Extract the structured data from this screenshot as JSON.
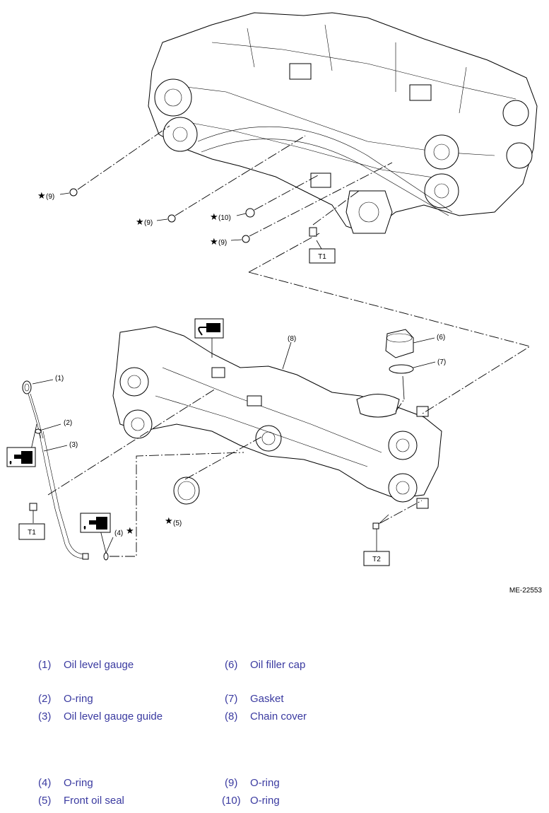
{
  "figure_code": "ME-22553",
  "callouts": {
    "c1": "(1)",
    "c2": "(2)",
    "c3": "(3)",
    "c4": "(4)",
    "c5": "(5)",
    "c6": "(6)",
    "c7": "(7)",
    "c8": "(8)",
    "c9a": "(9)",
    "c9b": "(9)",
    "c9c": "(9)",
    "c10": "(10)"
  },
  "torque_labels": {
    "t1_top": "T1",
    "t1_left": "T1",
    "t2": "T2"
  },
  "star_symbol": "★",
  "legend": [
    {
      "num": "(1)",
      "label": "Oil level gauge"
    },
    {
      "num": "(6)",
      "label": "Oil filler cap"
    },
    {
      "num": "(2)",
      "label": "O-ring"
    },
    {
      "num": "(7)",
      "label": "Gasket"
    },
    {
      "num": "(3)",
      "label": "Oil level gauge guide"
    },
    {
      "num": "(8)",
      "label": "Chain cover"
    },
    {
      "num": "(4)",
      "label": "O-ring"
    },
    {
      "num": "(9)",
      "label": "O-ring"
    },
    {
      "num": "(5)",
      "label": "Front oil seal"
    },
    {
      "num": "(10)",
      "label": "O-ring"
    }
  ]
}
